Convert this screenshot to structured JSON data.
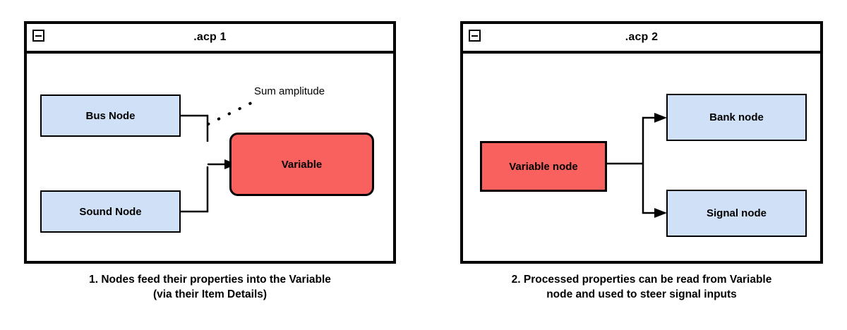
{
  "panels": [
    {
      "title": ".acp 1",
      "minimize_icon": "minimize-icon",
      "nodes": [
        {
          "label": "Bus Node",
          "type": "blue"
        },
        {
          "label": "Sound Node",
          "type": "blue"
        },
        {
          "label": "Variable",
          "type": "red"
        }
      ],
      "annotation": "Sum amplitude",
      "caption_line1": "1. Nodes feed their properties into the Variable",
      "caption_line2": "(via their Item Details)"
    },
    {
      "title": ".acp 2",
      "minimize_icon": "minimize-icon",
      "nodes": [
        {
          "label": "Variable node",
          "type": "red"
        },
        {
          "label": "Bank node",
          "type": "blue"
        },
        {
          "label": "Signal node",
          "type": "blue"
        }
      ],
      "caption_line1": "2. Processed properties can be read from Variable",
      "caption_line2": "node and used to steer signal inputs"
    }
  ],
  "colors": {
    "node_blue_fill": "#cfe0f7",
    "node_red_fill": "#f9615e",
    "stroke": "#000000",
    "background": "#ffffff"
  }
}
